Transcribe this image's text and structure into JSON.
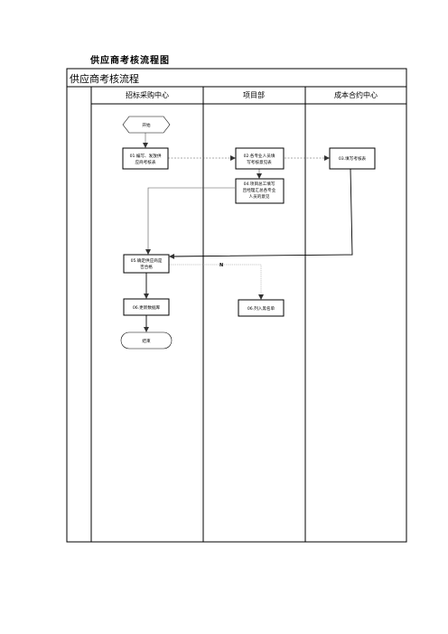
{
  "document": {
    "title": "供应商考核流程图"
  },
  "flowchart": {
    "title": "供应商考核流程",
    "lanes": [
      "招标采购中心",
      "项目部",
      "成本合约中心"
    ],
    "nodes": {
      "start": "开始",
      "n01": [
        "01.编写、发放供",
        "应商考核表"
      ],
      "n02": [
        "02.各专业人员填",
        "写考核意见表"
      ],
      "n03": "03.填写考核表",
      "n04": [
        "04.项目总工填写",
        "且经理汇总各专业",
        "人员的意见"
      ],
      "n05": [
        "05.确定供应商是",
        "否合格"
      ],
      "n06": "06.更新数据库",
      "n07": "06.列入黑名单",
      "end": "结束"
    },
    "edge_labels": {
      "no": "N"
    }
  }
}
